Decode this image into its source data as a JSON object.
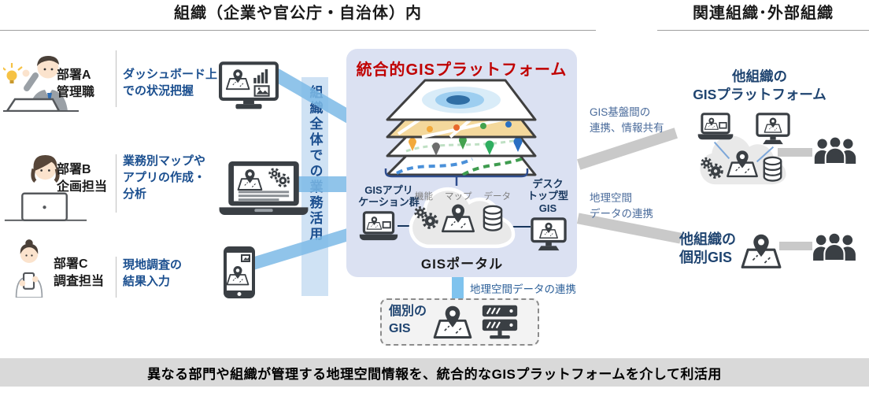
{
  "headers": {
    "left": "組織（企業や官公庁・自治体）内",
    "right": "関連組織･外部組織"
  },
  "actors": [
    {
      "dept": "部署A\n管理職",
      "task": "ダッシュボード上\nでの状況把握",
      "device": "monitor"
    },
    {
      "dept": "部署B\n企画担当",
      "task": "業務別マップや\nアプリの作成・\n分析",
      "device": "laptop"
    },
    {
      "dept": "部署C\n調査担当",
      "task": "現地調査の\n結果入力",
      "device": "smartphone"
    }
  ],
  "band_label": "組織全体での業務活用",
  "platform": {
    "title": "統合的GISプラットフォーム",
    "apps_label": "GISアプリ\nケーション群",
    "desktop_label": "デスク\nトップ型\nGIS",
    "cloud_functions_label": "機能",
    "cloud_map_label": "マップ",
    "cloud_data_label": "データ",
    "portal_label": "GISポータル"
  },
  "individual_gis_label": "個別の\nGIS",
  "links": {
    "bottom_data_link": "地理空間データの連携",
    "gis_platform_link": "GIS基盤間の\n連携、情報共有",
    "geodata_link": "地理空間\nデータの連携"
  },
  "external": {
    "platform_title": "他組織の\nGISプラットフォーム",
    "individual_title": "他組織の\n個別GIS"
  },
  "footer": "異なる部門や組織が管理する地理空間情報を、統合的なGISプラットフォームを介して利活用",
  "colors": {
    "title_red": "#C00000",
    "navy": "#1F4470",
    "task_blue": "#1B4F8F",
    "link_blue": "#2D6099",
    "link_gray_blue": "#4A6B9B",
    "box_fill": "#DBE1F2",
    "band_fill": "#CFE2F4",
    "connector_blue": "#7DBAE6",
    "connector_gray": "#C9C9C9",
    "footer_bg": "#D9D9D9",
    "icon_dark": "#3A3F44"
  }
}
